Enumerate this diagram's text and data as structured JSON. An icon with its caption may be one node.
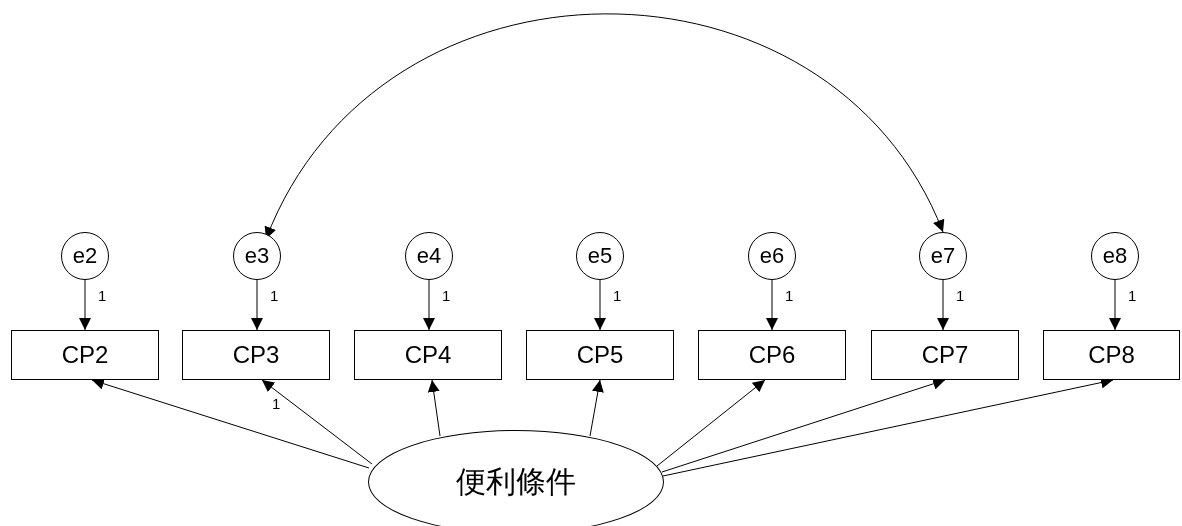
{
  "diagram": {
    "nodes": [
      {
        "text": [
          "e2"
        ]
      },
      {
        "text": [
          "e3"
        ]
      },
      {
        "text": [
          "e4"
        ]
      },
      {
        "text": [
          "e5"
        ]
      },
      {
        "text": [
          "e6"
        ]
      },
      {
        "text": [
          "e7"
        ]
      },
      {
        "text": [
          "e8"
        ]
      },
      {
        "text": [
          "CP2"
        ]
      },
      {
        "text": [
          "CP3"
        ]
      },
      {
        "text": [
          "CP4"
        ]
      },
      {
        "text": [
          "CP5"
        ]
      },
      {
        "text": [
          "CP6"
        ]
      },
      {
        "text": [
          "CP7"
        ]
      },
      {
        "text": [
          "CP8"
        ]
      },
      {
        "text": [
          "便利條件"
        ]
      }
    ],
    "edges": [
      {
        "from": 0,
        "to": 7,
        "arrow": "to",
        "label": "1"
      },
      {
        "from": 1,
        "to": 8,
        "arrow": "to",
        "label": "1"
      },
      {
        "from": 2,
        "to": 9,
        "arrow": "to",
        "label": "1"
      },
      {
        "from": 3,
        "to": 10,
        "arrow": "to",
        "label": "1"
      },
      {
        "from": 4,
        "to": 11,
        "arrow": "to",
        "label": "1"
      },
      {
        "from": 5,
        "to": 12,
        "arrow": "to",
        "label": "1"
      },
      {
        "from": 6,
        "to": 13,
        "arrow": "to",
        "label": "1"
      },
      {
        "from": 14,
        "to": 7,
        "arrow": "to"
      },
      {
        "from": 14,
        "to": 8,
        "arrow": "to",
        "label": "1"
      },
      {
        "from": 14,
        "to": 9,
        "arrow": "to"
      },
      {
        "from": 14,
        "to": 10,
        "arrow": "to"
      },
      {
        "from": 14,
        "to": 11,
        "arrow": "to"
      },
      {
        "from": 14,
        "to": 12,
        "arrow": "to"
      },
      {
        "from": 14,
        "to": 13,
        "arrow": "to"
      },
      {
        "from": 1,
        "to": 5,
        "arrow": "both"
      }
    ]
  }
}
